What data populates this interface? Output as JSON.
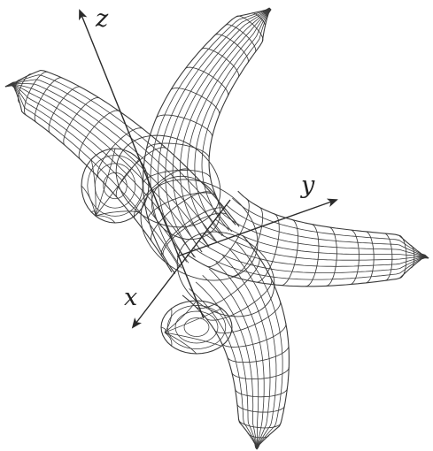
{
  "axes": {
    "x_label": "x",
    "y_label": "y",
    "z_label": "z"
  },
  "colors": {
    "background": "#ffffff",
    "wire": "#3a3a3a",
    "axis": "#2a2a2a"
  },
  "arms": [
    {
      "name": "arm-top-right"
    },
    {
      "name": "arm-left"
    },
    {
      "name": "arm-right"
    },
    {
      "name": "arm-bottom"
    }
  ],
  "inner_lobes": [
    {
      "name": "lobe-left"
    },
    {
      "name": "lobe-bottom-left"
    }
  ]
}
